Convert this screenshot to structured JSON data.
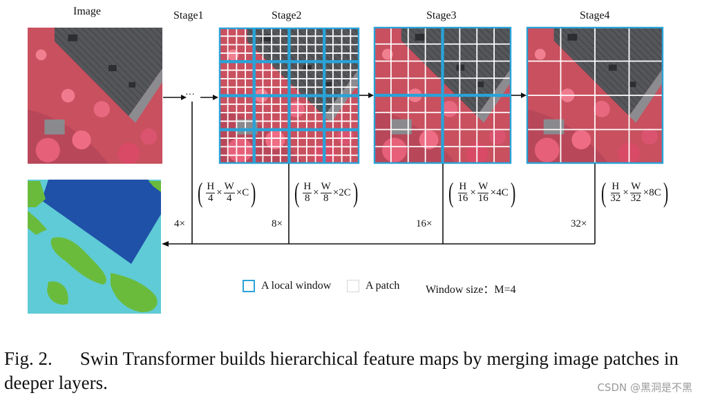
{
  "labels": {
    "image": "Image",
    "stage1": "Stage1",
    "stage2": "Stage2",
    "stage3": "Stage3",
    "stage4": "Stage4",
    "ellipsis": "···"
  },
  "formulas": [
    {
      "num1": "H",
      "den1": "4",
      "num2": "W",
      "den2": "4",
      "tail": "×C"
    },
    {
      "num1": "H",
      "den1": "8",
      "num2": "W",
      "den2": "8",
      "tail": "×2C"
    },
    {
      "num1": "H",
      "den1": "16",
      "num2": "W",
      "den2": "16",
      "tail": "×4C"
    },
    {
      "num1": "H",
      "den1": "32",
      "num2": "W",
      "den2": "32",
      "tail": "×8C"
    }
  ],
  "times_sign": "×",
  "scales": [
    "4×",
    "8×",
    "16×",
    "32×"
  ],
  "legend": {
    "window": "A local window",
    "patch": "A patch",
    "window_size": "Window size：M=4"
  },
  "caption": {
    "fig": "Fig. 2.",
    "text": "Swin Transformer builds hierarchical feature maps by merging image patches in deeper layers."
  },
  "watermark": "CSDN @黑洞是不黑",
  "colors": {
    "window_border": "#29a3d8",
    "patch_line": "#ffffff",
    "vegetation": "#d8405e",
    "roof": "#4e4f52",
    "seg_building": "#1f51a8",
    "seg_ground": "#5fcbd6",
    "seg_tree": "#6abb3c"
  }
}
